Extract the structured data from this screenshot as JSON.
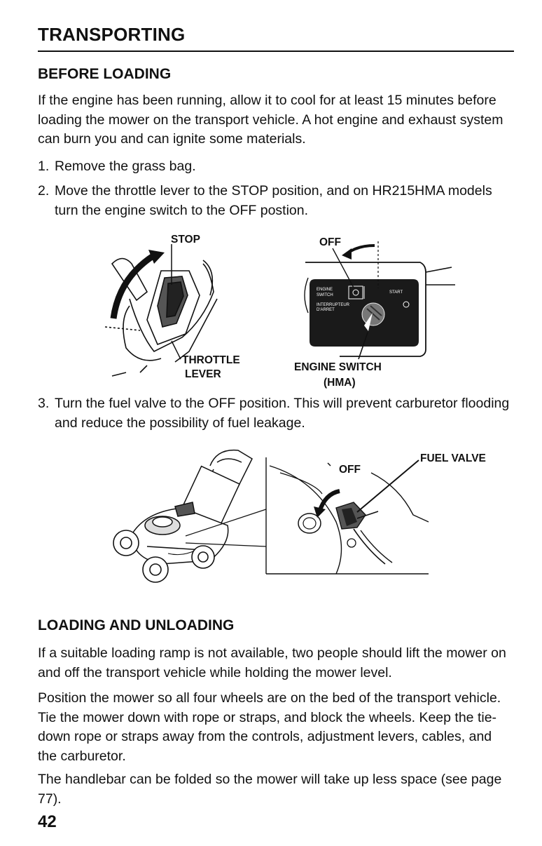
{
  "header": {
    "title": "TRANSPORTING"
  },
  "before_loading": {
    "heading": "BEFORE LOADING",
    "intro": "If the engine has been running, allow it to cool for at least 15 minutes before loading the mower on the transport vehicle. A hot engine and exhaust system can burn you and can ignite some materials.",
    "steps": [
      {
        "num": "1.",
        "text": "Remove the grass bag."
      },
      {
        "num": "2.",
        "text": "Move the throttle lever to the STOP position, and on HR215HMA models turn the engine switch to the OFF postion."
      },
      {
        "num": "3.",
        "text": "Turn the fuel valve to the OFF position. This will prevent carburetor flooding and reduce the possibility of fuel leakage."
      }
    ]
  },
  "figure1": {
    "stop_label": "STOP",
    "throttle_label_1": "THROTTLE",
    "throttle_label_2": "LEVER",
    "off_label": "OFF",
    "switch_label_1": "ENGINE SWITCH",
    "switch_label_2": "(HMA)",
    "panel_text_1": "ENGINE",
    "panel_text_2": "SWITCH",
    "panel_text_3": "INTERRUPTEUR",
    "panel_text_4": "D'ARRET",
    "panel_text_5": "START"
  },
  "figure2": {
    "fuel_valve_label": "FUEL VALVE",
    "off_label": "OFF"
  },
  "loading": {
    "heading": "LOADING AND UNLOADING",
    "paragraphs": [
      "If a suitable loading ramp is not available, two people should lift the mower on and off the transport vehicle while holding the mower level.",
      "Position the mower so all four wheels are on the bed of the transport vehicle. Tie the mower down with rope or straps, and block the wheels. Keep the tie-down rope or straps away from the controls, adjustment levers, cables, and the carburetor.",
      "The handlebar can be folded so the mower will take up less space (see page 77)."
    ]
  },
  "footer": {
    "page_number": "42"
  }
}
